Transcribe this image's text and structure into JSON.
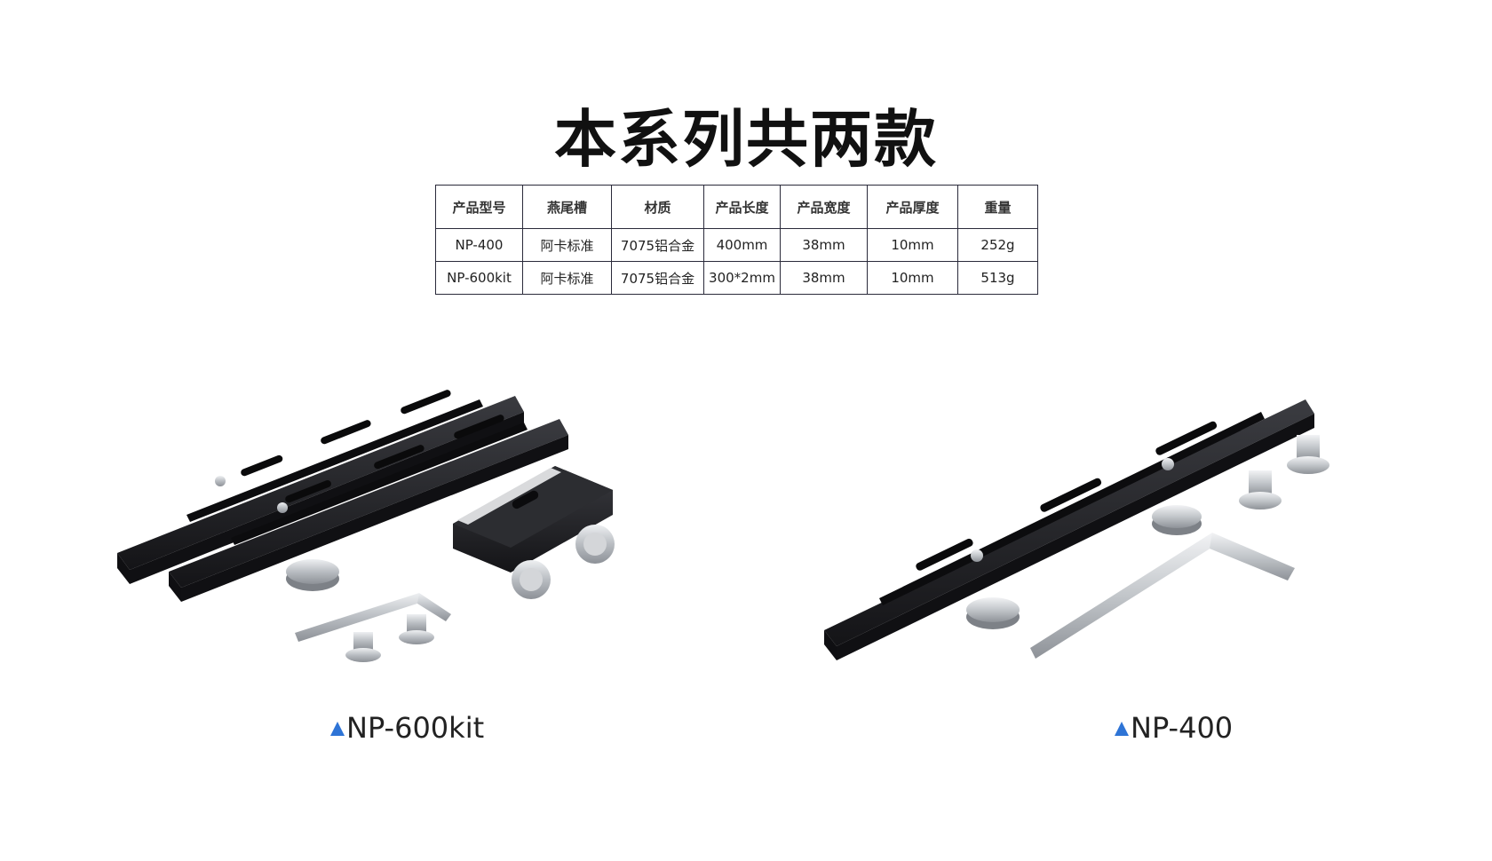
{
  "heading": "本系列共两款",
  "table": {
    "headers": [
      "产品型号",
      "燕尾槽",
      "材质",
      "产品长度",
      "产品宽度",
      "产品厚度",
      "重量"
    ],
    "rows": [
      [
        "NP-400",
        "阿卡标准",
        "7075铝合金",
        "400mm",
        "38mm",
        "10mm",
        "252g"
      ],
      [
        "NP-600kit",
        "阿卡标准",
        "7075铝合金",
        "300*2mm",
        "38mm",
        "10mm",
        "513g"
      ]
    ]
  },
  "products": [
    {
      "caption": "NP-600kit"
    },
    {
      "caption": "NP-400"
    }
  ],
  "colors": {
    "accent": "#2e74d6",
    "plate": "#1c1c20",
    "steel": "#c9ccd0"
  },
  "icons": [
    "triangle-up-icon"
  ]
}
